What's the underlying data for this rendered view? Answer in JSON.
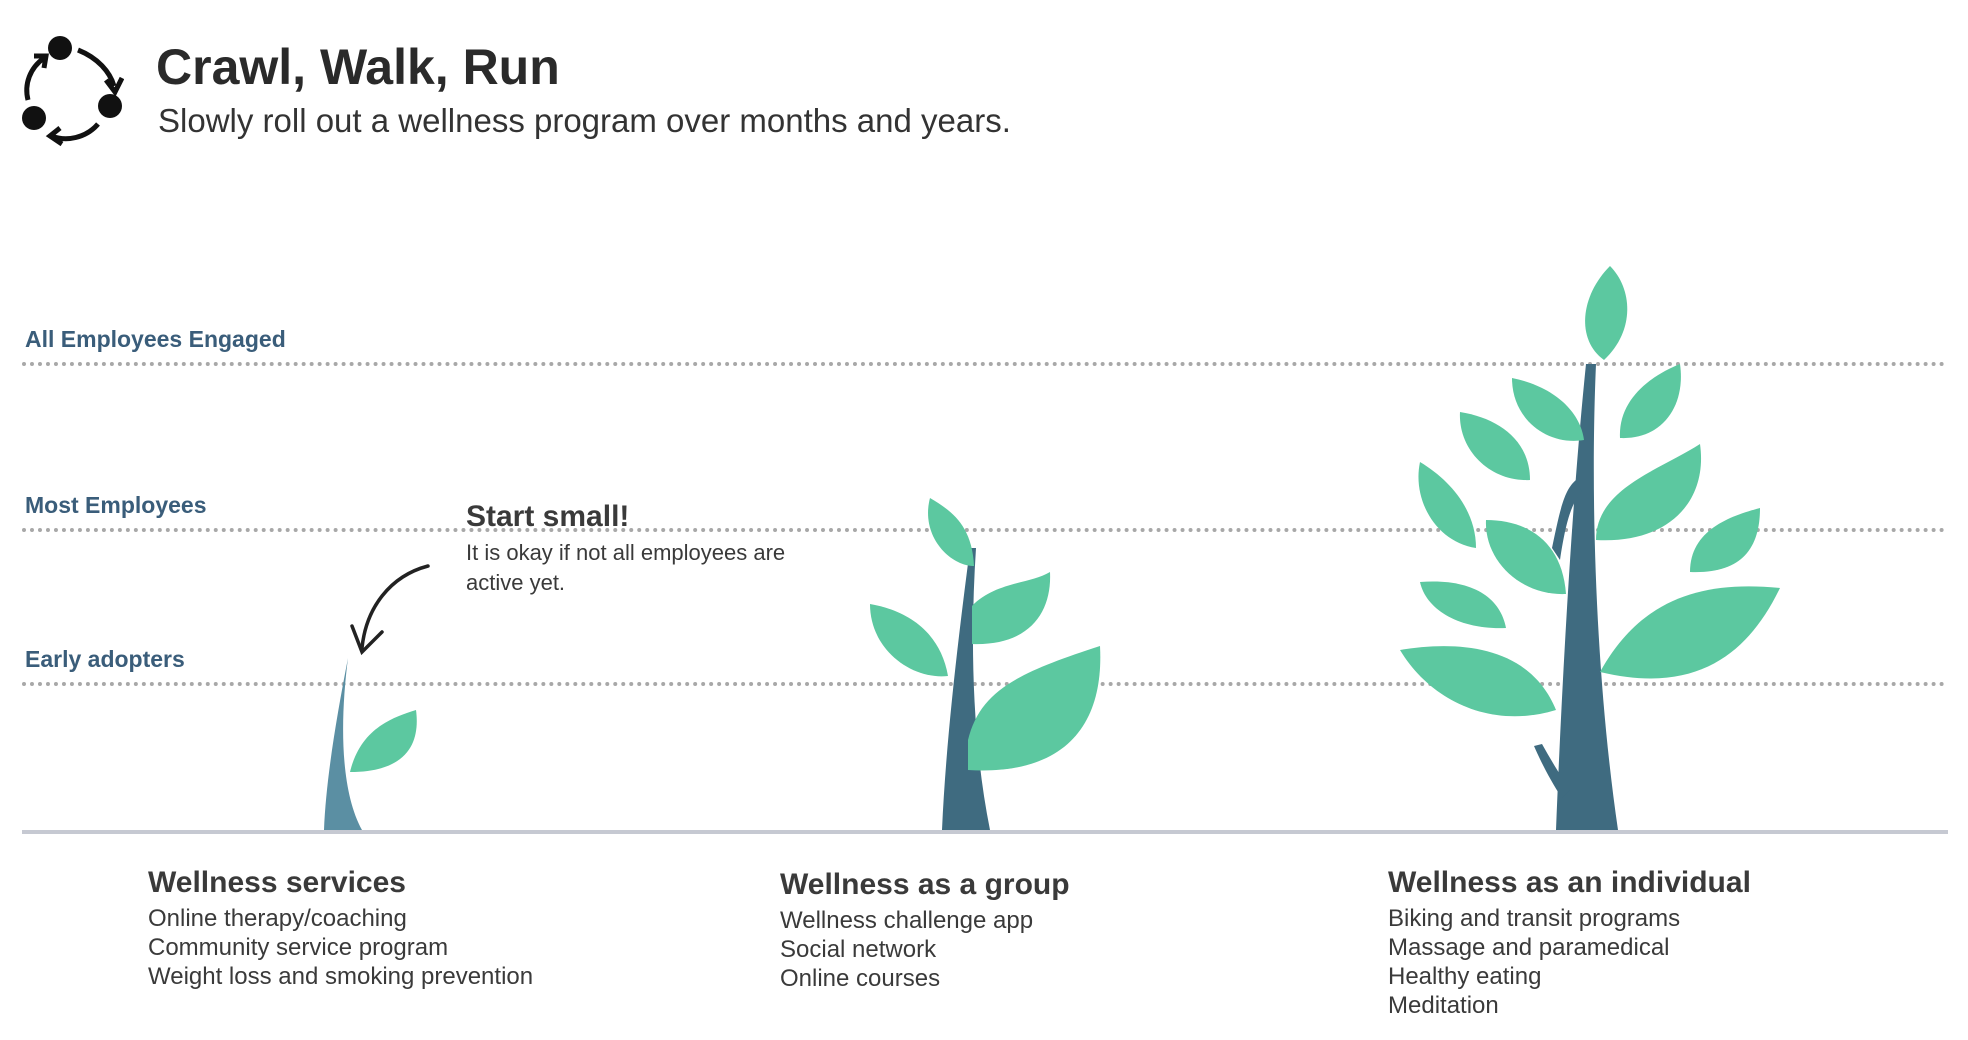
{
  "header": {
    "icon": "cycle-arrows-icon",
    "title": "Crawl, Walk, Run",
    "subtitle": "Slowly roll out a wellness program over months and years."
  },
  "levels": {
    "all": "All Employees Engaged",
    "most": "Most Employees",
    "early": "Early adopters"
  },
  "callout": {
    "title": "Start small!",
    "text": "It is okay if not all employees are active yet."
  },
  "stages": [
    {
      "title": "Wellness services",
      "items": [
        "Online therapy/coaching",
        "Community service program",
        "Weight loss and smoking prevention"
      ]
    },
    {
      "title": "Wellness as a group",
      "items": [
        "Wellness challenge app",
        "Social network",
        "Online courses"
      ]
    },
    {
      "title": "Wellness as an individual",
      "items": [
        "Biking and transit programs",
        "Massage and paramedical",
        "Healthy eating",
        "Meditation"
      ]
    }
  ],
  "colors": {
    "leaf": "#5cc8a0",
    "trunk": "#3f6b80",
    "level_label": "#3a5d7a",
    "baseline": "#c6c9d2"
  }
}
